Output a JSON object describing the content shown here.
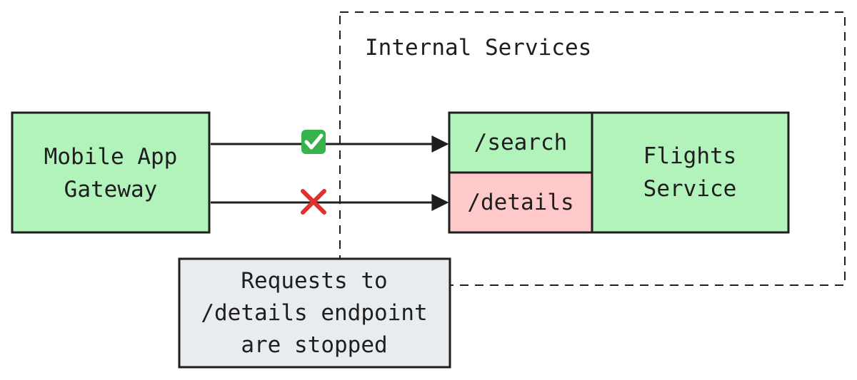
{
  "group": {
    "label": "Internal Services"
  },
  "gateway": {
    "line1": "Mobile App",
    "line2": "Gateway"
  },
  "service": {
    "line1": "Flights",
    "line2": "Service"
  },
  "endpoints": {
    "search": "/search",
    "details": "/details"
  },
  "note": {
    "line1": "Requests to",
    "line2": "/details endpoint",
    "line3": "are stopped"
  },
  "status": {
    "allowed_icon": "check-mark-icon",
    "blocked_icon": "cross-mark-icon"
  },
  "colors": {
    "green": "#b2f2bb",
    "red": "#ffc9c9",
    "note_gray": "#e9ecef",
    "stroke": "#1e1e1e",
    "check_green": "#37b24d",
    "cross_red": "#e03131"
  }
}
